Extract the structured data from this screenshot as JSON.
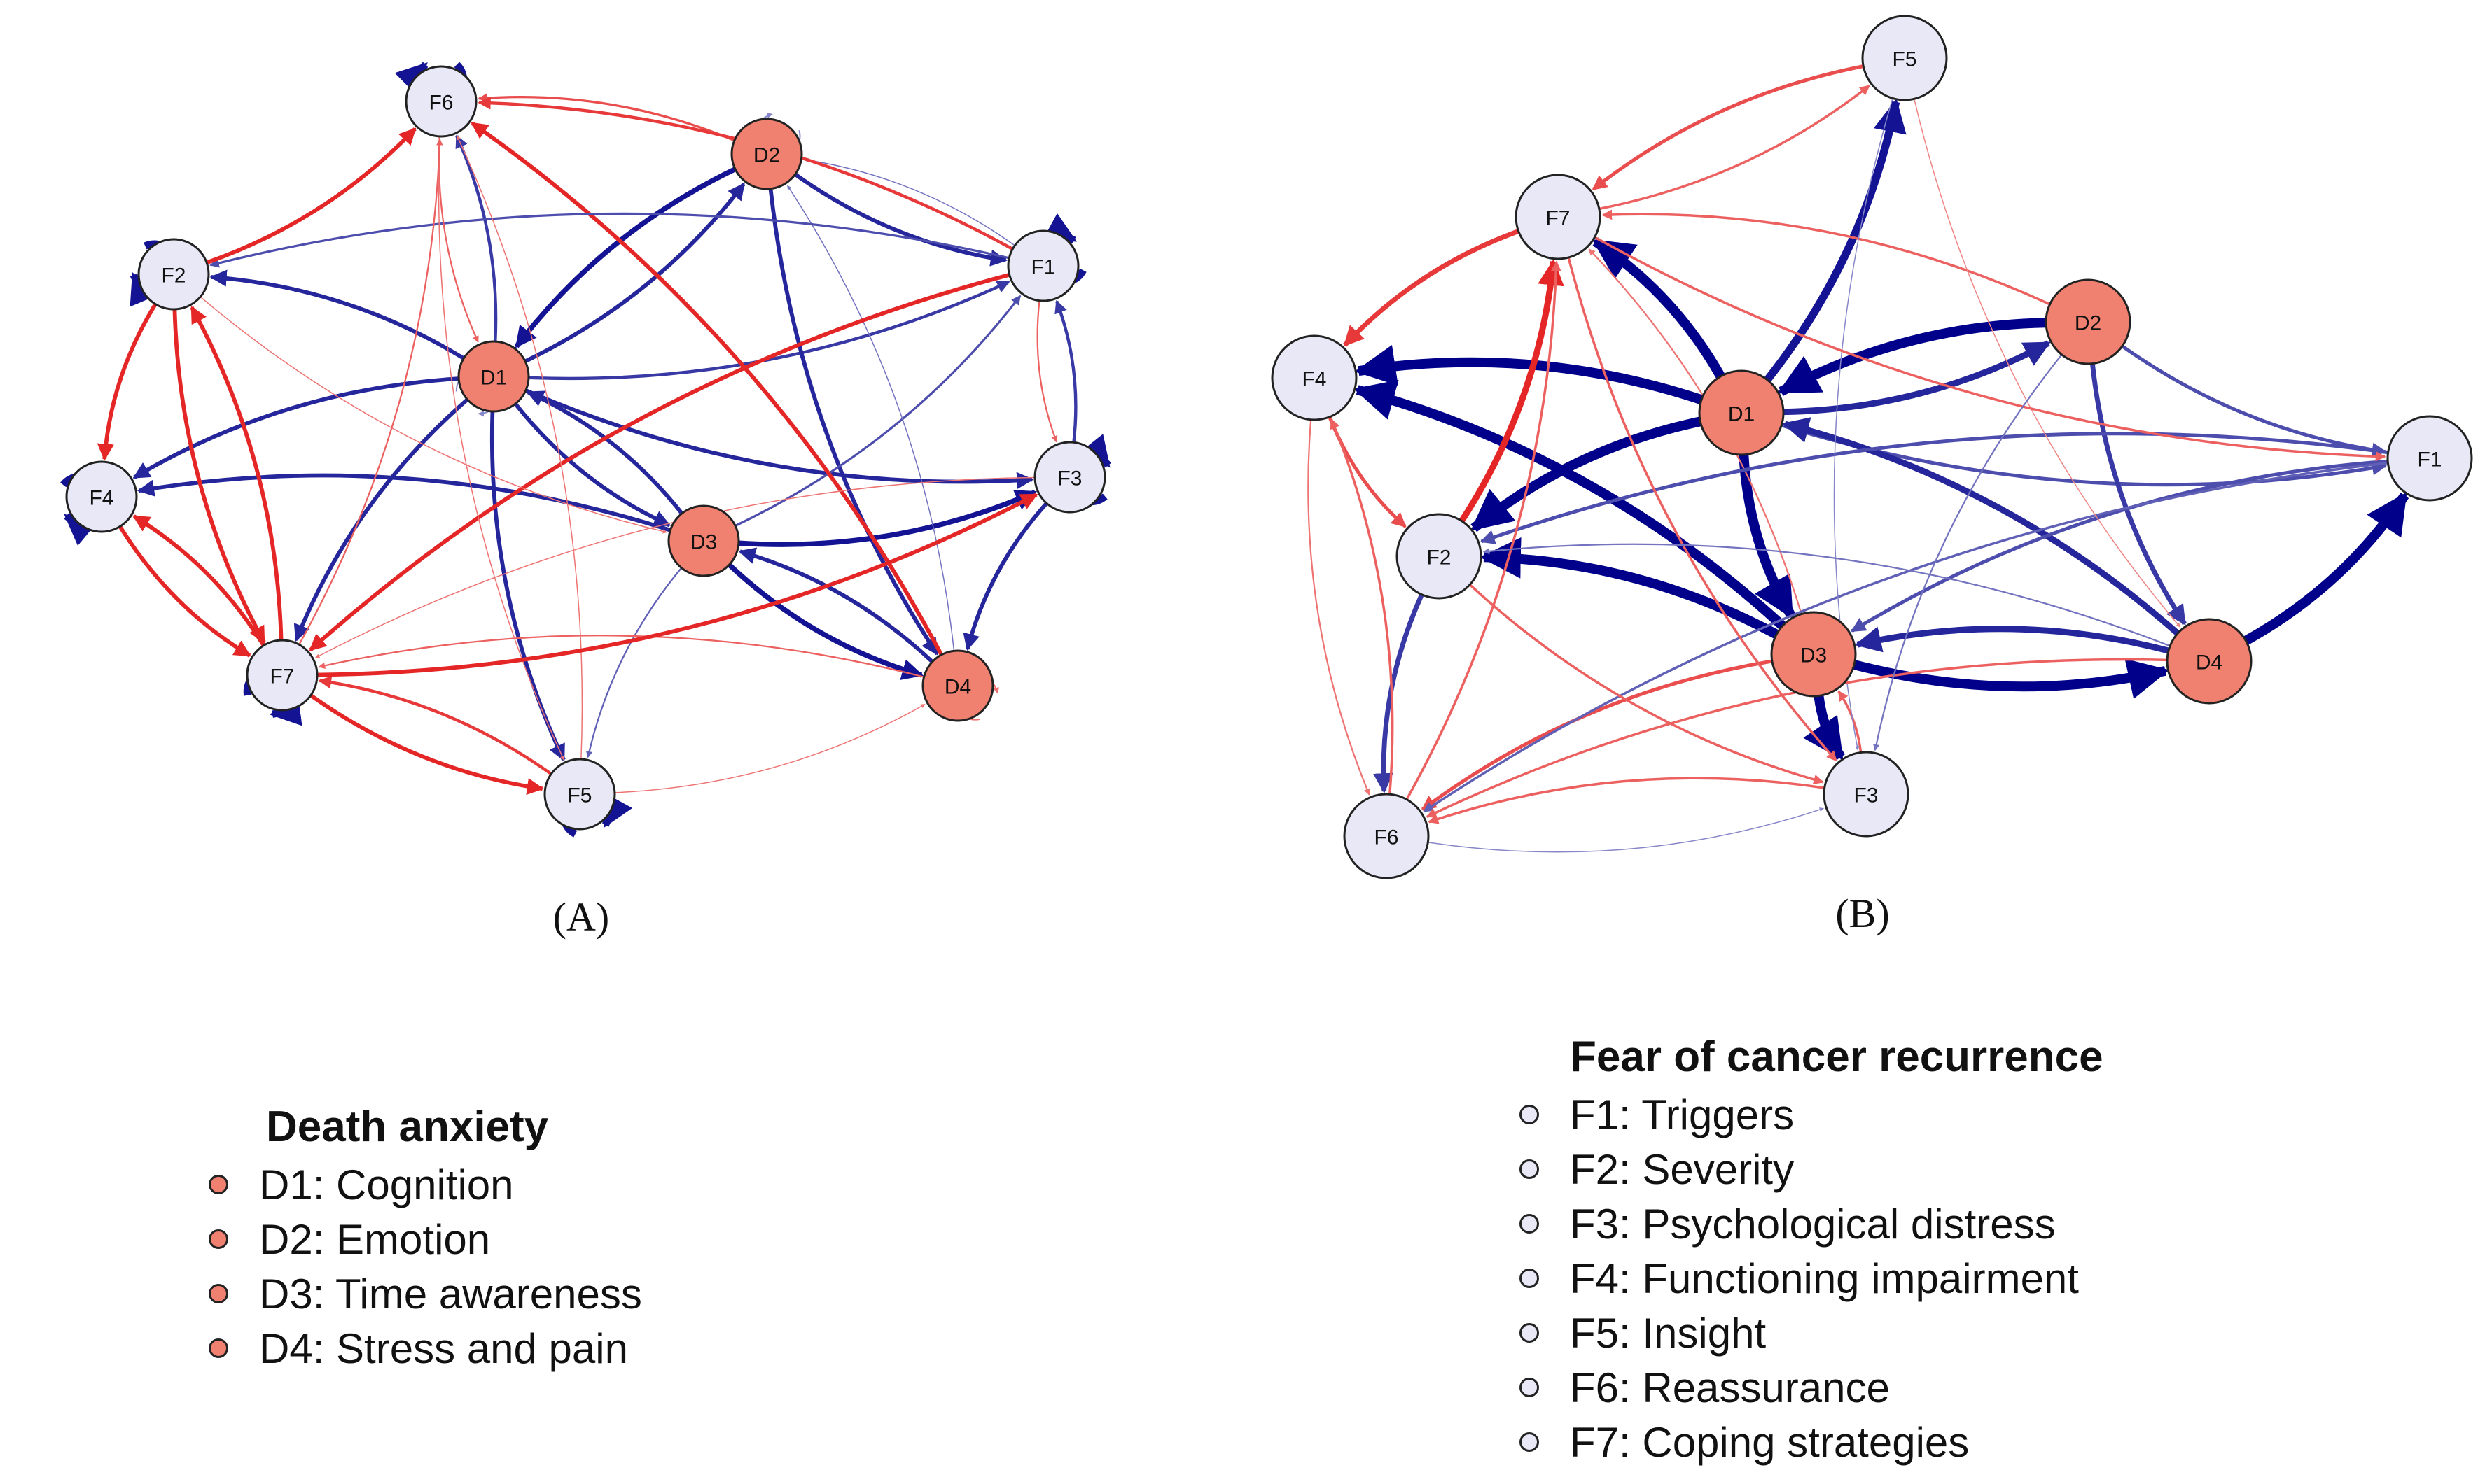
{
  "panels": [
    {
      "label": "(A)",
      "nodes": [
        {
          "id": "F6",
          "label": "F6",
          "group": "fcr"
        },
        {
          "id": "D2",
          "label": "D2",
          "group": "death"
        },
        {
          "id": "F2",
          "label": "F2",
          "group": "fcr"
        },
        {
          "id": "F1",
          "label": "F1",
          "group": "fcr"
        },
        {
          "id": "D1",
          "label": "D1",
          "group": "death"
        },
        {
          "id": "F4",
          "label": "F4",
          "group": "fcr"
        },
        {
          "id": "F3",
          "label": "F3",
          "group": "fcr"
        },
        {
          "id": "D3",
          "label": "D3",
          "group": "death"
        },
        {
          "id": "F7",
          "label": "F7",
          "group": "fcr"
        },
        {
          "id": "D4",
          "label": "D4",
          "group": "death"
        },
        {
          "id": "F5",
          "label": "F5",
          "group": "fcr"
        }
      ],
      "edges": [
        {
          "from": "D1",
          "to": "F2",
          "sign": "positive",
          "strength": 0.8
        },
        {
          "from": "D1",
          "to": "F4",
          "sign": "positive",
          "strength": 0.8
        },
        {
          "from": "D1",
          "to": "F7",
          "sign": "positive",
          "strength": 0.8
        },
        {
          "from": "D1",
          "to": "F5",
          "sign": "positive",
          "strength": 0.8
        },
        {
          "from": "D1",
          "to": "F3",
          "sign": "positive",
          "strength": 0.8
        },
        {
          "from": "D1",
          "to": "F1",
          "sign": "positive",
          "strength": 0.7
        },
        {
          "from": "D1",
          "to": "D2",
          "sign": "positive",
          "strength": 0.8
        },
        {
          "from": "D1",
          "to": "D3",
          "sign": "positive",
          "strength": 0.8
        },
        {
          "from": "D1",
          "to": "F6",
          "sign": "positive",
          "strength": 0.7
        },
        {
          "from": "D2",
          "to": "D1",
          "sign": "positive",
          "strength": 0.9
        },
        {
          "from": "D2",
          "to": "F1",
          "sign": "positive",
          "strength": 0.8
        },
        {
          "from": "D2",
          "to": "D4",
          "sign": "positive",
          "strength": 0.8
        },
        {
          "from": "D2",
          "to": "F6",
          "sign": "negative",
          "strength": 0.6
        },
        {
          "from": "D3",
          "to": "D1",
          "sign": "positive",
          "strength": 0.8
        },
        {
          "from": "D3",
          "to": "F3",
          "sign": "positive",
          "strength": 0.9
        },
        {
          "from": "D3",
          "to": "F4",
          "sign": "positive",
          "strength": 0.8
        },
        {
          "from": "D3",
          "to": "D4",
          "sign": "positive",
          "strength": 0.9
        },
        {
          "from": "D3",
          "to": "F5",
          "sign": "positive",
          "strength": 0.5
        },
        {
          "from": "D3",
          "to": "F1",
          "sign": "positive",
          "strength": 0.6
        },
        {
          "from": "D4",
          "to": "D3",
          "sign": "positive",
          "strength": 0.8
        },
        {
          "from": "D4",
          "to": "F6",
          "sign": "negative",
          "strength": 0.8
        },
        {
          "from": "D4",
          "to": "F7",
          "sign": "negative",
          "strength": 0.5
        },
        {
          "from": "D4",
          "to": "D2",
          "sign": "positive",
          "strength": 0.4
        },
        {
          "from": "F1",
          "to": "F2",
          "sign": "positive",
          "strength": 0.6
        },
        {
          "from": "F1",
          "to": "D2",
          "sign": "positive",
          "strength": 0.4
        },
        {
          "from": "F1",
          "to": "F6",
          "sign": "negative",
          "strength": 0.7
        },
        {
          "from": "F1",
          "to": "F3",
          "sign": "negative",
          "strength": 0.5
        },
        {
          "from": "F1",
          "to": "F7",
          "sign": "negative",
          "strength": 0.8
        },
        {
          "from": "F2",
          "to": "F6",
          "sign": "negative",
          "strength": 0.8
        },
        {
          "from": "F2",
          "to": "F4",
          "sign": "negative",
          "strength": 0.8
        },
        {
          "from": "F2",
          "to": "F7",
          "sign": "negative",
          "strength": 0.8
        },
        {
          "from": "F2",
          "to": "D3",
          "sign": "negative",
          "strength": 0.4
        },
        {
          "from": "F3",
          "to": "F1",
          "sign": "positive",
          "strength": 0.7
        },
        {
          "from": "F3",
          "to": "D4",
          "sign": "positive",
          "strength": 0.8
        },
        {
          "from": "F3",
          "to": "F7",
          "sign": "negative",
          "strength": 0.4
        },
        {
          "from": "F4",
          "to": "F7",
          "sign": "negative",
          "strength": 0.8
        },
        {
          "from": "F5",
          "to": "F7",
          "sign": "negative",
          "strength": 0.7
        },
        {
          "from": "F5",
          "to": "D4",
          "sign": "negative",
          "strength": 0.4
        },
        {
          "from": "F5",
          "to": "F6",
          "sign": "negative",
          "strength": 0.4
        },
        {
          "from": "F6",
          "to": "D1",
          "sign": "negative",
          "strength": 0.5
        },
        {
          "from": "F6",
          "to": "F5",
          "sign": "negative",
          "strength": 0.4
        },
        {
          "from": "F7",
          "to": "F2",
          "sign": "negative",
          "strength": 0.8
        },
        {
          "from": "F7",
          "to": "F4",
          "sign": "negative",
          "strength": 0.8
        },
        {
          "from": "F7",
          "to": "F5",
          "sign": "negative",
          "strength": 0.8
        },
        {
          "from": "F7",
          "to": "F3",
          "sign": "negative",
          "strength": 0.8
        },
        {
          "from": "F7",
          "to": "F6",
          "sign": "negative",
          "strength": 0.5
        }
      ],
      "self_loops": [
        {
          "node": "F6",
          "sign": "positive",
          "strength": 0.9
        },
        {
          "node": "F2",
          "sign": "positive",
          "strength": 0.9
        },
        {
          "node": "F1",
          "sign": "positive",
          "strength": 0.9
        },
        {
          "node": "F3",
          "sign": "positive",
          "strength": 0.9
        },
        {
          "node": "F4",
          "sign": "positive",
          "strength": 0.9
        },
        {
          "node": "F7",
          "sign": "positive",
          "strength": 0.9
        },
        {
          "node": "F5",
          "sign": "positive",
          "strength": 0.9
        },
        {
          "node": "D2",
          "sign": "positive",
          "strength": 0.3
        },
        {
          "node": "D1",
          "sign": "positive",
          "strength": 0.3
        },
        {
          "node": "D4",
          "sign": "negative",
          "strength": 0.4
        }
      ]
    },
    {
      "label": "(B)",
      "nodes": [
        {
          "id": "F5",
          "label": "F5",
          "group": "fcr"
        },
        {
          "id": "F7",
          "label": "F7",
          "group": "fcr"
        },
        {
          "id": "D2",
          "label": "D2",
          "group": "death"
        },
        {
          "id": "F4",
          "label": "F4",
          "group": "fcr"
        },
        {
          "id": "D1",
          "label": "D1",
          "group": "death"
        },
        {
          "id": "F1",
          "label": "F1",
          "group": "fcr"
        },
        {
          "id": "F2",
          "label": "F2",
          "group": "fcr"
        },
        {
          "id": "D3",
          "label": "D3",
          "group": "death"
        },
        {
          "id": "D4",
          "label": "D4",
          "group": "death"
        },
        {
          "id": "F3",
          "label": "F3",
          "group": "fcr"
        },
        {
          "id": "F6",
          "label": "F6",
          "group": "fcr"
        }
      ],
      "edges": [
        {
          "from": "D2",
          "to": "D1",
          "sign": "positive",
          "strength": 1.0
        },
        {
          "from": "D1",
          "to": "F4",
          "sign": "positive",
          "strength": 1.0
        },
        {
          "from": "D1",
          "to": "F7",
          "sign": "positive",
          "strength": 1.0
        },
        {
          "from": "D1",
          "to": "F5",
          "sign": "positive",
          "strength": 0.9
        },
        {
          "from": "D1",
          "to": "F2",
          "sign": "positive",
          "strength": 1.0
        },
        {
          "from": "D1",
          "to": "D3",
          "sign": "positive",
          "strength": 1.0
        },
        {
          "from": "D1",
          "to": "D2",
          "sign": "positive",
          "strength": 0.8
        },
        {
          "from": "D1",
          "to": "F1",
          "sign": "positive",
          "strength": 0.6
        },
        {
          "from": "D3",
          "to": "D4",
          "sign": "positive",
          "strength": 1.0
        },
        {
          "from": "D3",
          "to": "F3",
          "sign": "positive",
          "strength": 1.0
        },
        {
          "from": "D3",
          "to": "F4",
          "sign": "positive",
          "strength": 1.0
        },
        {
          "from": "D3",
          "to": "F2",
          "sign": "positive",
          "strength": 1.0
        },
        {
          "from": "D3",
          "to": "F6",
          "sign": "negative",
          "strength": 0.6
        },
        {
          "from": "D4",
          "to": "F1",
          "sign": "positive",
          "strength": 1.0
        },
        {
          "from": "D4",
          "to": "D3",
          "sign": "positive",
          "strength": 0.8
        },
        {
          "from": "D4",
          "to": "D1",
          "sign": "positive",
          "strength": 0.8
        },
        {
          "from": "D2",
          "to": "D4",
          "sign": "positive",
          "strength": 0.7
        },
        {
          "from": "D2",
          "to": "F1",
          "sign": "positive",
          "strength": 0.6
        },
        {
          "from": "D2",
          "to": "F7",
          "sign": "negative",
          "strength": 0.5
        },
        {
          "from": "D3",
          "to": "F7",
          "sign": "negative",
          "strength": 0.4
        },
        {
          "from": "F1",
          "to": "F2",
          "sign": "positive",
          "strength": 0.6
        },
        {
          "from": "F1",
          "to": "D3",
          "sign": "positive",
          "strength": 0.6
        },
        {
          "from": "F1",
          "to": "F6",
          "sign": "positive",
          "strength": 0.5
        },
        {
          "from": "F2",
          "to": "F6",
          "sign": "positive",
          "strength": 0.7
        },
        {
          "from": "F2",
          "to": "F7",
          "sign": "negative",
          "strength": 0.8
        },
        {
          "from": "F2",
          "to": "F3",
          "sign": "negative",
          "strength": 0.5
        },
        {
          "from": "F3",
          "to": "F6",
          "sign": "negative",
          "strength": 0.5
        },
        {
          "from": "F3",
          "to": "D3",
          "sign": "negative",
          "strength": 0.5
        },
        {
          "from": "F4",
          "to": "F2",
          "sign": "negative",
          "strength": 0.6
        },
        {
          "from": "F4",
          "to": "F6",
          "sign": "negative",
          "strength": 0.4
        },
        {
          "from": "F5",
          "to": "F7",
          "sign": "negative",
          "strength": 0.6
        },
        {
          "from": "F5",
          "to": "D4",
          "sign": "negative",
          "strength": 0.3
        },
        {
          "from": "F5",
          "to": "F3",
          "sign": "positive",
          "strength": 0.3
        },
        {
          "from": "F6",
          "to": "F7",
          "sign": "negative",
          "strength": 0.5
        },
        {
          "from": "F6",
          "to": "F4",
          "sign": "negative",
          "strength": 0.5
        },
        {
          "from": "F6",
          "to": "F3",
          "sign": "positive",
          "strength": 0.3
        },
        {
          "from": "F7",
          "to": "F4",
          "sign": "negative",
          "strength": 0.7
        },
        {
          "from": "F7",
          "to": "F5",
          "sign": "negative",
          "strength": 0.5
        },
        {
          "from": "F7",
          "to": "F3",
          "sign": "negative",
          "strength": 0.5
        },
        {
          "from": "F7",
          "to": "F1",
          "sign": "negative",
          "strength": 0.5
        },
        {
          "from": "D4",
          "to": "F6",
          "sign": "negative",
          "strength": 0.5
        },
        {
          "from": "D4",
          "to": "F2",
          "sign": "positive",
          "strength": 0.4
        },
        {
          "from": "D2",
          "to": "F3",
          "sign": "positive",
          "strength": 0.4
        }
      ],
      "self_loops": []
    }
  ],
  "legend_death": {
    "title": "Death anxiety",
    "items": [
      {
        "label": "D1: Cognition"
      },
      {
        "label": "D2: Emotion"
      },
      {
        "label": "D3: Time awareness"
      },
      {
        "label": "D4: Stress and pain"
      }
    ]
  },
  "legend_fcr": {
    "title": "Fear of cancer recurrence",
    "items": [
      {
        "label": "F1: Triggers"
      },
      {
        "label": "F2: Severity"
      },
      {
        "label": "F3: Psychological distress"
      },
      {
        "label": "F4: Functioning impairment"
      },
      {
        "label": "F5: Insight"
      },
      {
        "label": "F6: Reassurance"
      },
      {
        "label": "F7: Coping strategies"
      }
    ]
  },
  "colors": {
    "death_node": "#f08070",
    "fcr_node": "#e8e8f6",
    "node_stroke": "#222222",
    "positive_edge": "#00008b",
    "negative_edge": "#e00000"
  }
}
